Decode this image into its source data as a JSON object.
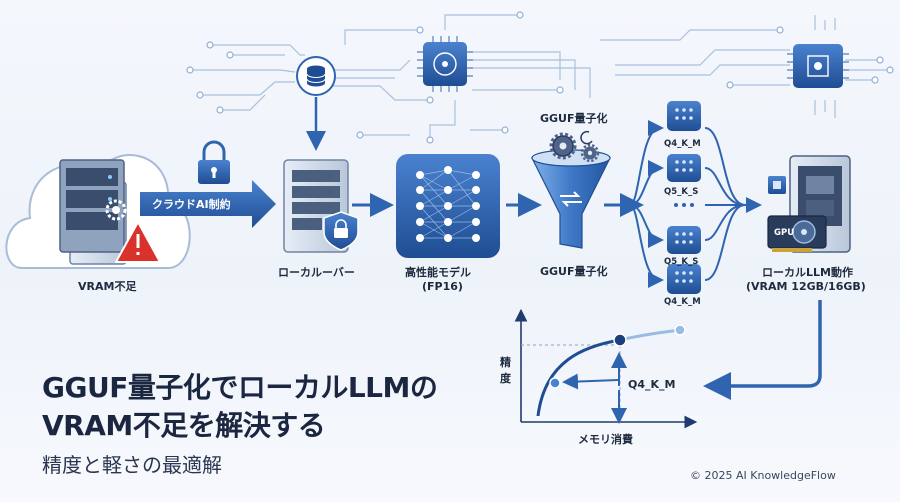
{
  "labels": {
    "cloud_warning": "VRAM不足",
    "cloud_banner": "クラウドAI制約",
    "local_server": "ローカルーバー",
    "model_line1": "高性能モデル",
    "model_line2": "(FP16)",
    "funnel_top": "GGUF量子化",
    "funnel_bottom": "GGUF量子化",
    "variants": [
      "Q4_K_M",
      "Q5_K_S",
      "Q5_K_S",
      "Q4_K_M"
    ],
    "pc_line1": "ローカルLLM動作",
    "pc_line2": "(VRAM 12GB/16GB)",
    "gpu_tag": "GPU"
  },
  "graph": {
    "ylabel_1": "精",
    "ylabel_2": "度",
    "xlabel": "メモリ消費",
    "point_label": "Q4_K_M"
  },
  "title": {
    "line1": "GGUF量子化でローカルLLMの",
    "line2": "VRAM不足を解決する",
    "subtitle": "精度と軽さの最適解"
  },
  "footer": {
    "copyright": "© 2025 AI KnowledgeFlow"
  },
  "icons": [
    "database-icon",
    "chip-icon",
    "lock-icon",
    "warning-icon",
    "shield-lock-icon",
    "neural-network-icon",
    "gear-icon",
    "gpu-icon"
  ],
  "colors": {
    "primary": "#2e64b0",
    "dark": "#1b3f7a",
    "light": "#9bbbe3",
    "warning": "#d9322b"
  }
}
